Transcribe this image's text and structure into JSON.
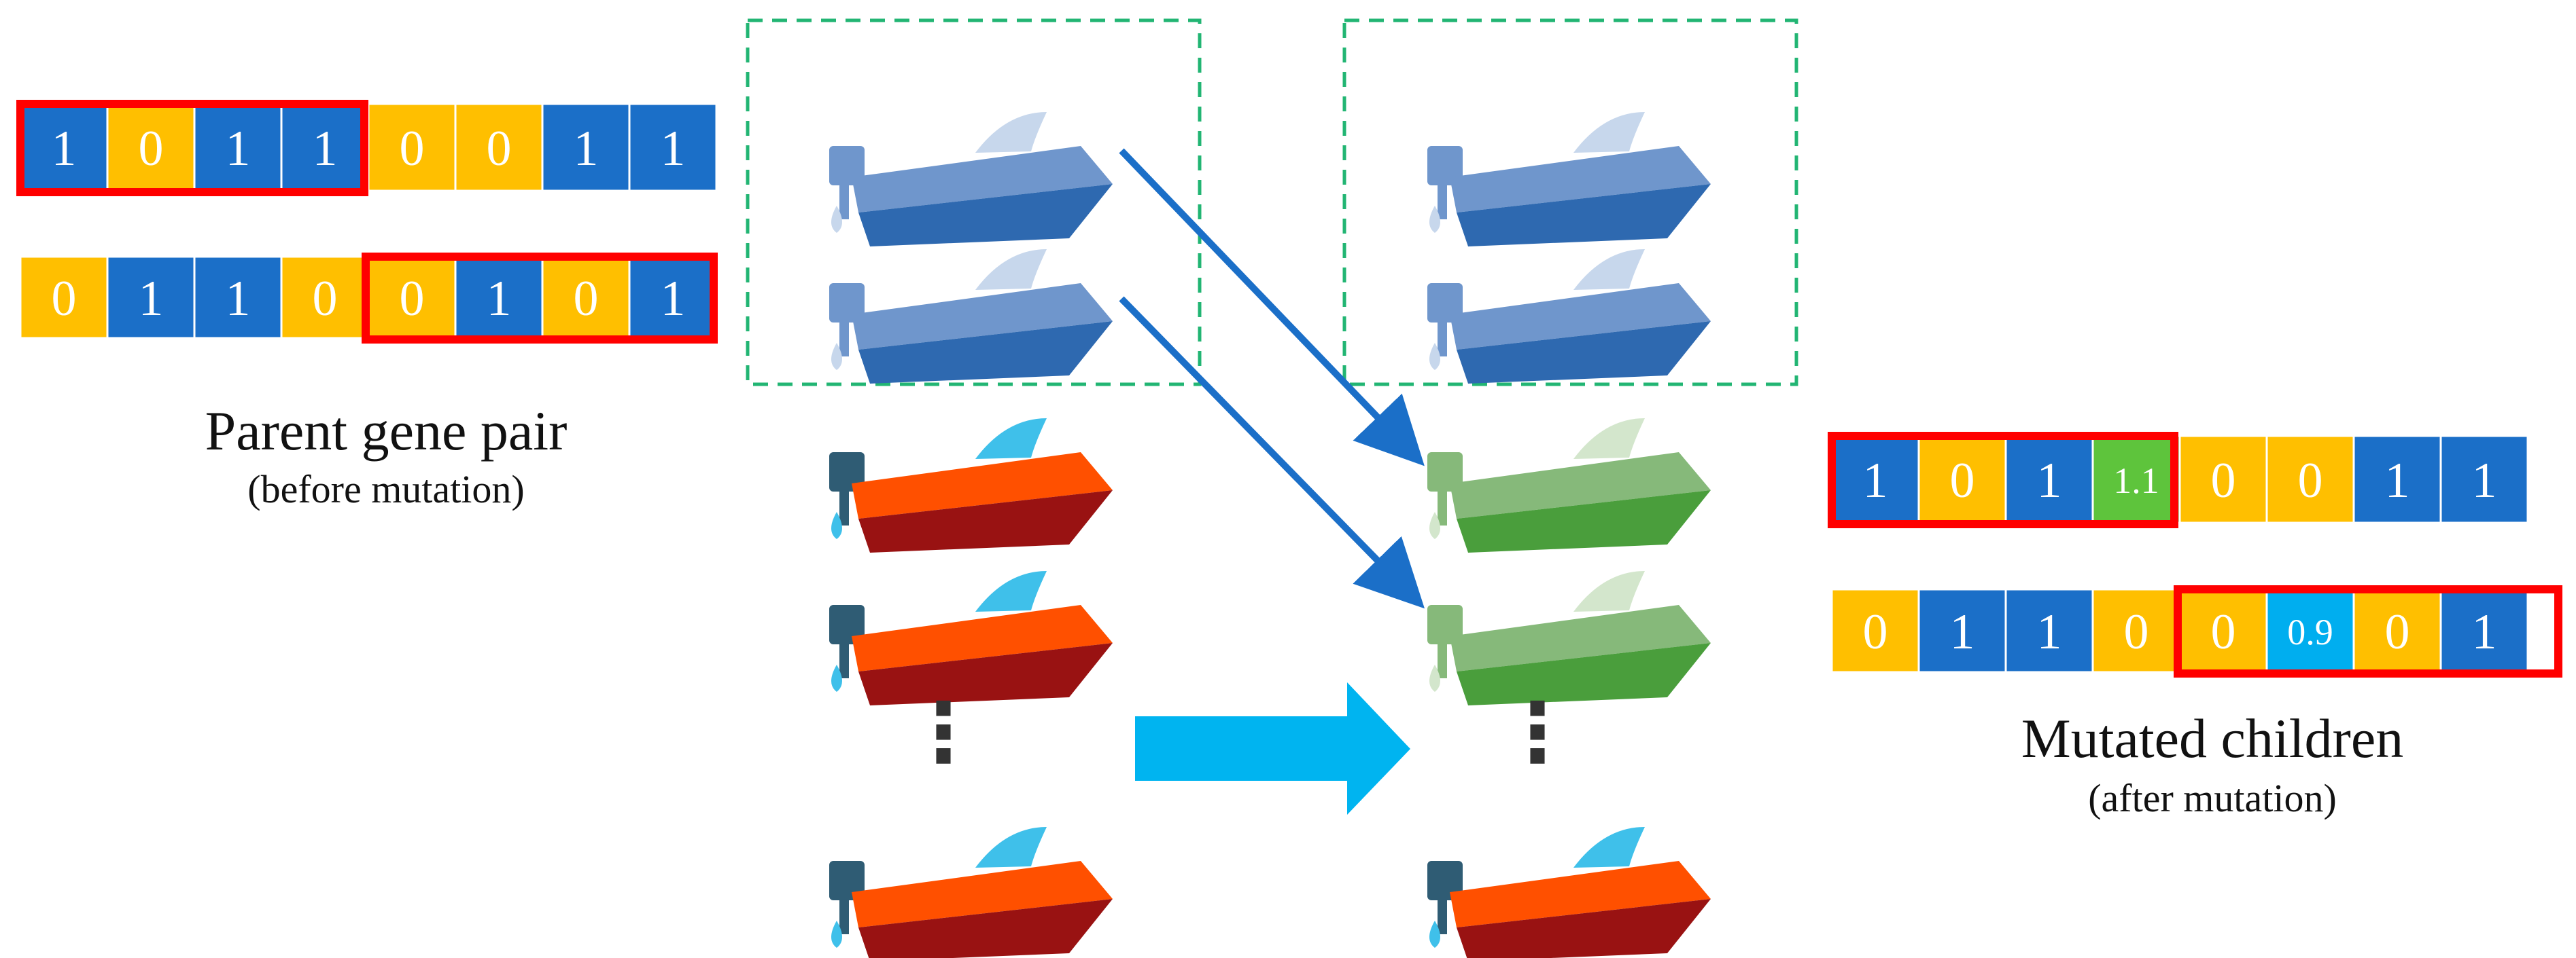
{
  "colors": {
    "gene_blue": "#1B6FC8",
    "gene_yellow": "#FFBF00",
    "gene_green": "#5EC43C",
    "gene_cyan": "#00AEEF",
    "crossover_box": "#FF0000",
    "selection_box": "#22B573",
    "boat_blue_hull": "#2E69B0",
    "boat_blue_deck": "#6F96CC",
    "boat_orange_deck": "#FF5000",
    "boat_orange_hull": "#991212",
    "boat_green_deck": "#86B97A",
    "boat_green_hull": "#4A9E3C",
    "arrow_blue": "#1B6FC8",
    "big_arrow": "#00B4F0"
  },
  "parent": {
    "title": "Parent gene pair",
    "subtitle": "(before mutation)",
    "genes_a": [
      "1",
      "0",
      "1",
      "1",
      "0",
      "0",
      "1",
      "1"
    ],
    "genes_b": [
      "0",
      "1",
      "1",
      "0",
      "0",
      "1",
      "0",
      "1"
    ],
    "colors_a": [
      "blue",
      "yellow",
      "blue",
      "blue",
      "yellow",
      "yellow",
      "blue",
      "blue"
    ],
    "colors_b": [
      "yellow",
      "blue",
      "blue",
      "yellow",
      "yellow",
      "blue",
      "yellow",
      "blue"
    ]
  },
  "child": {
    "title": "Mutated children",
    "subtitle": "(after mutation)",
    "genes_a": [
      "1",
      "0",
      "1",
      "1.1",
      "0",
      "0",
      "1",
      "1"
    ],
    "genes_b": [
      "0",
      "1",
      "1",
      "0",
      "0",
      "0.9",
      "0",
      "1"
    ],
    "colors_a": [
      "blue",
      "yellow",
      "blue",
      "green",
      "yellow",
      "yellow",
      "blue",
      "blue"
    ],
    "colors_b": [
      "yellow",
      "blue",
      "blue",
      "yellow",
      "yellow",
      "cyan",
      "yellow",
      "blue"
    ]
  },
  "population_left": [
    "blue",
    "blue",
    "orange",
    "orange",
    "orange"
  ],
  "population_right": [
    "blue",
    "blue",
    "green",
    "green",
    "orange"
  ],
  "ellipsis": "⋮"
}
